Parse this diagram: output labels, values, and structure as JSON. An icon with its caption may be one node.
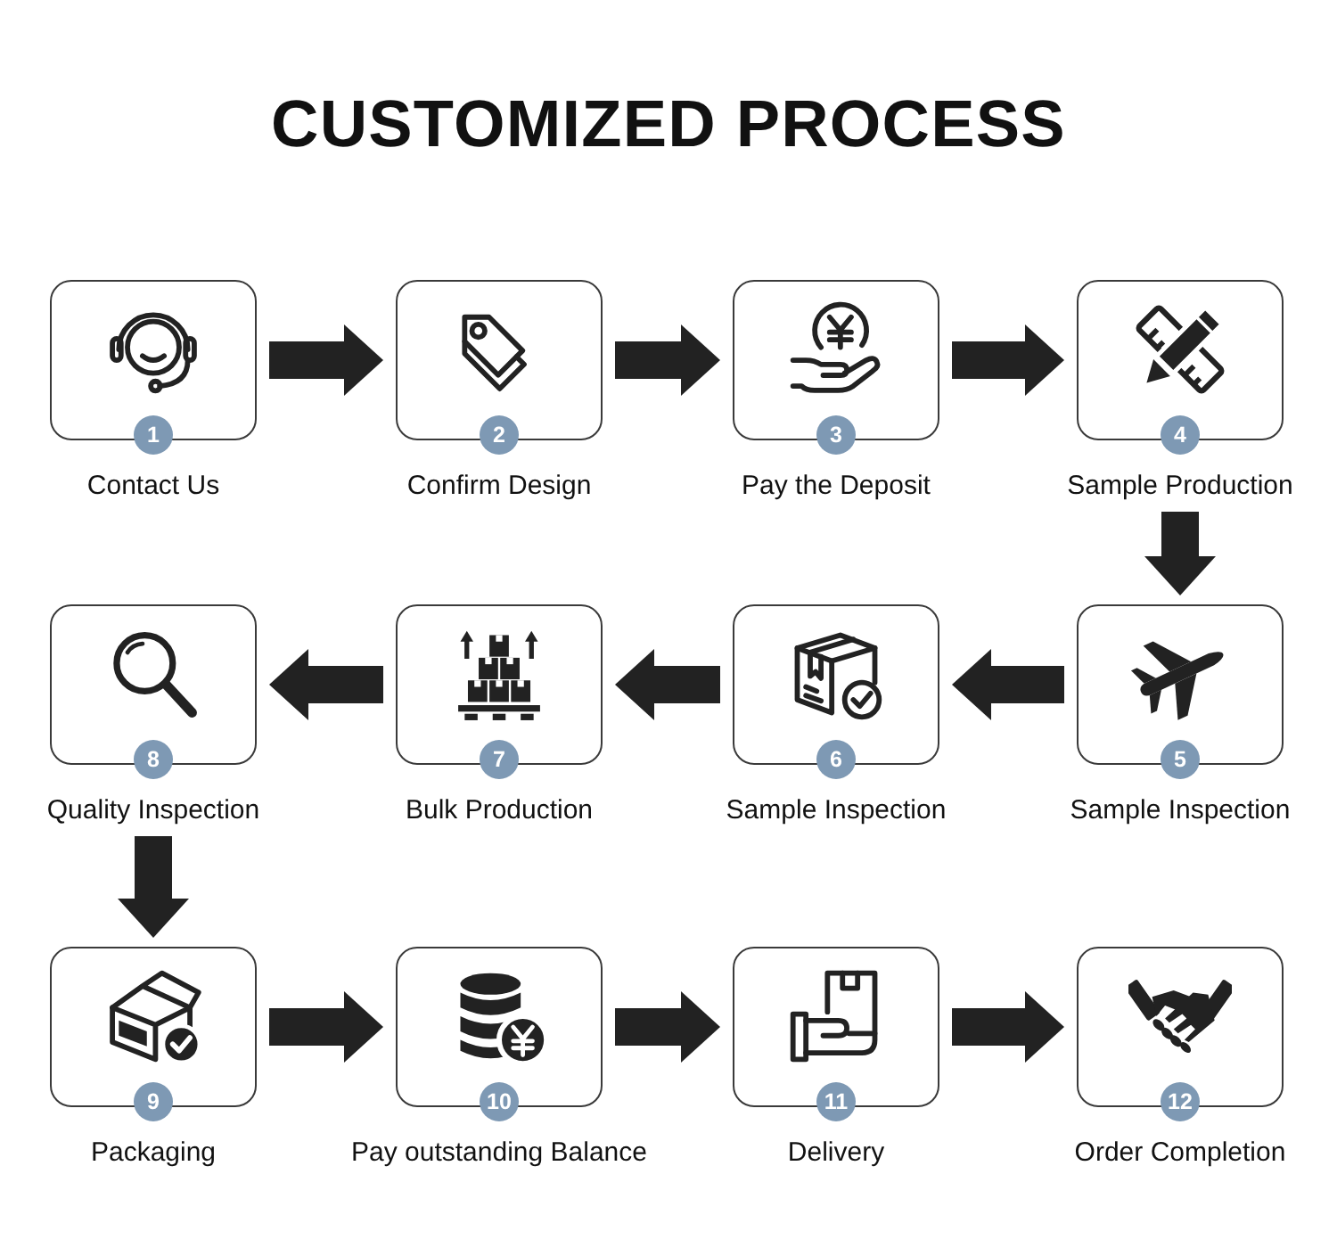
{
  "diagram": {
    "title": "CUSTOMIZED PROCESS",
    "nodes": [
      {
        "text": [
          "1"
        ],
        "beside": [
          "Contact Us"
        ]
      },
      {
        "text": [
          "2"
        ],
        "beside": [
          "Confirm Design"
        ]
      },
      {
        "text": [
          "3"
        ],
        "beside": [
          "Pay the Deposit"
        ]
      },
      {
        "text": [
          "4"
        ],
        "beside": [
          "Sample Production"
        ]
      },
      {
        "text": [
          "5"
        ],
        "beside": [
          "Sample Inspection"
        ]
      },
      {
        "text": [
          "6"
        ],
        "beside": [
          "Sample Inspection"
        ]
      },
      {
        "text": [
          "7"
        ],
        "beside": [
          "Bulk Production"
        ]
      },
      {
        "text": [
          "8"
        ],
        "beside": [
          "Quality Inspection"
        ]
      },
      {
        "text": [
          "9"
        ],
        "beside": [
          "Packaging"
        ]
      },
      {
        "text": [
          "10"
        ],
        "beside": [
          "Pay outstanding Balance"
        ]
      },
      {
        "text": [
          "11"
        ],
        "beside": [
          "Delivery"
        ]
      },
      {
        "text": [
          "12"
        ],
        "beside": [
          "Order Completion"
        ]
      }
    ],
    "edges": [
      {
        "from": 0,
        "to": 1,
        "arrow": "to"
      },
      {
        "from": 1,
        "to": 2,
        "arrow": "to"
      },
      {
        "from": 2,
        "to": 3,
        "arrow": "to"
      },
      {
        "from": 3,
        "to": 4,
        "arrow": "to"
      },
      {
        "from": 4,
        "to": 5,
        "arrow": "to"
      },
      {
        "from": 5,
        "to": 6,
        "arrow": "to"
      },
      {
        "from": 6,
        "to": 7,
        "arrow": "to"
      },
      {
        "from": 7,
        "to": 8,
        "arrow": "to"
      },
      {
        "from": 8,
        "to": 9,
        "arrow": "to"
      },
      {
        "from": 9,
        "to": 10,
        "arrow": "to"
      },
      {
        "from": 10,
        "to": 11,
        "arrow": "to"
      }
    ]
  }
}
